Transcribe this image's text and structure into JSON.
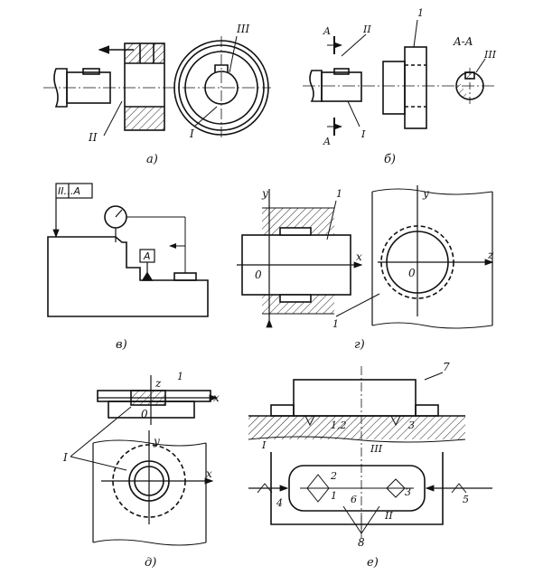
{
  "captions": {
    "a": "а)",
    "b": "б)",
    "v": "в)",
    "g": "г)",
    "d": "д)",
    "e": "е)"
  },
  "figure_a": {
    "label_III_top": "III",
    "label_II": "II",
    "label_I": "I"
  },
  "figure_b": {
    "section_A_top": "A",
    "section_A_bottom": "A",
    "label_II": "II",
    "label_I_left": "I",
    "label_I_top": "1",
    "section_title": "A-A",
    "label_III": "III"
  },
  "figure_v": {
    "frame_text": "II…A",
    "datum": "A"
  },
  "figure_g": {
    "axis_y_left": "y",
    "axis_x": "x",
    "origin_left": "0",
    "label_1_top": "1",
    "label_1_bottom": "1",
    "axis_y_right": "y",
    "axis_z": "z",
    "origin_right": "0"
  },
  "figure_d": {
    "axis_z": "z",
    "label_1": "1",
    "axis_x_top": "x",
    "origin": "0",
    "axis_y": "y",
    "axis_x_bottom": "x",
    "label_I": "I"
  },
  "figure_e": {
    "label_7": "7",
    "label_12": "1,2",
    "label_3_top": "3",
    "label_I": "I",
    "label_III": "III",
    "label_2": "2",
    "label_1": "1",
    "label_6": "6",
    "label_3": "3",
    "label_4": "4",
    "label_5": "5",
    "label_II": "II",
    "label_8": "8"
  }
}
